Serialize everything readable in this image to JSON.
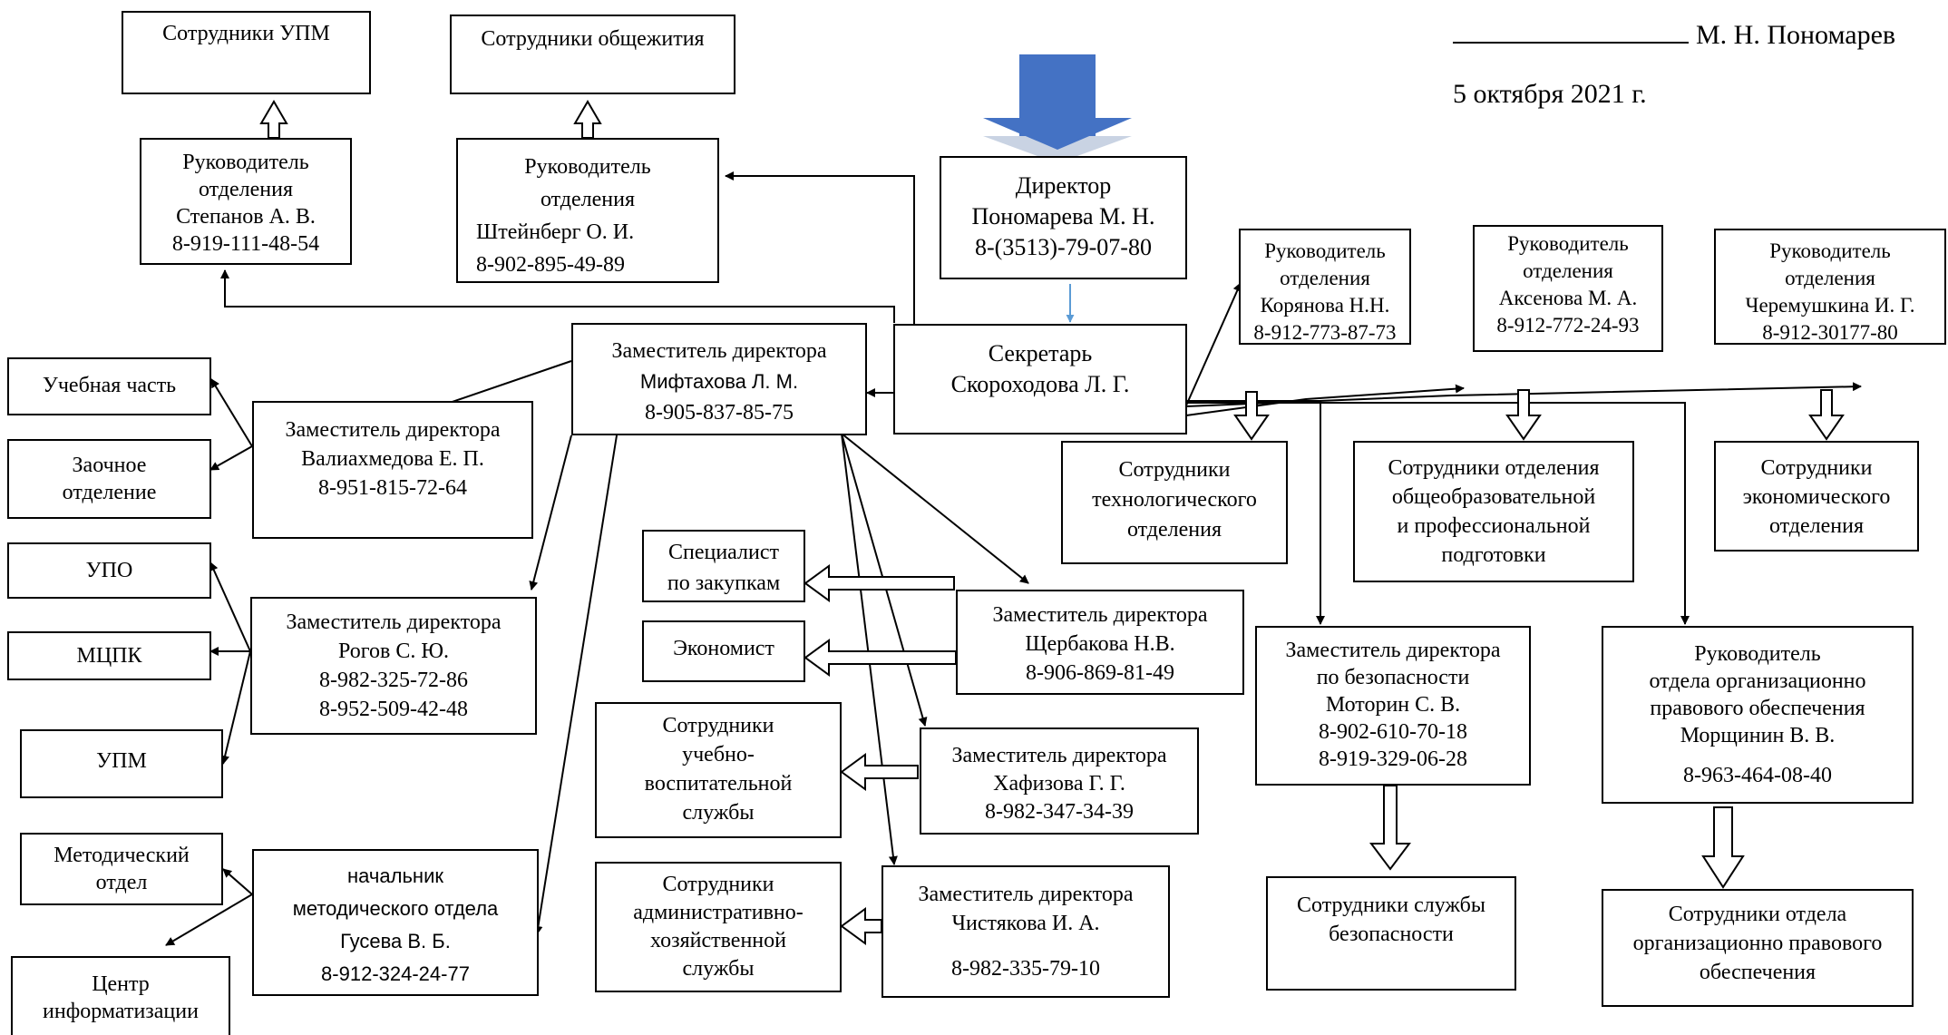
{
  "header": {
    "signature_name": "М. Н. Пономарев",
    "date": "5 октября 2021 г."
  },
  "boxes": {
    "sotrudniki_upm": [
      "Сотрудники УПМ"
    ],
    "sotrudniki_obshchezhitiya": [
      "Сотрудники общежития"
    ],
    "rukovoditel_stepanov": [
      "Руководитель",
      "отделения",
      "Степанов А. В.",
      "8-919-111-48-54"
    ],
    "rukovoditel_shteynberg": [
      "Руководитель",
      "отделения",
      "Штейнберг О. И.",
      "8-902-895-49-89"
    ],
    "direktor": [
      "Директор",
      "Пономарева М. Н.",
      "8-(3513)-79-07-80"
    ],
    "rukovoditel_koryanova": [
      "Руководитель",
      "отделения",
      "Корянова Н.Н.",
      "8-912-773-87-73"
    ],
    "rukovoditel_aksenova": [
      "Руководитель",
      "отделения",
      "Аксенова М. А.",
      "8-912-772-24-93"
    ],
    "rukovoditel_cheremushkina": [
      "Руководитель",
      "отделения",
      "Черемушкина И. Г.",
      "8-912-30177-80"
    ],
    "sekretar": [
      "Секретарь",
      "Скороходова Л. Г."
    ],
    "zam_miftakhova": [
      "Заместитель директора",
      "Мифтахова Л. М.",
      "8-905-837-85-75"
    ],
    "uchebnaya_chast": [
      "Учебная часть"
    ],
    "zaochnoe_otdelenie": [
      "Заочное",
      "отделение"
    ],
    "zam_valiakhmedova": [
      "Заместитель директора",
      "Валиахмедова Е. П.",
      "8-951-815-72-64"
    ],
    "sotrudniki_tekhnologicheskogo": [
      "Сотрудники",
      "технологического",
      "отделения"
    ],
    "sotrudniki_obshcheobrazovatelnoy": [
      "Сотрудники отделения",
      "общеобразовательной",
      "и профессиональной",
      "подготовки"
    ],
    "sotrudniki_ekonomicheskogo": [
      "Сотрудники",
      "экономического",
      "отделения"
    ],
    "upo": [
      "УПО"
    ],
    "spetsialist_po_zakupkam": [
      "Специалист",
      "по закупкам"
    ],
    "zam_rogov": [
      "Заместитель директора",
      "Рогов С. Ю.",
      "8-982-325-72-86",
      "8-952-509-42-48"
    ],
    "zam_shcherbakova": [
      "Заместитель директора",
      "Щербакова Н.В.",
      "8-906-869-81-49"
    ],
    "mtspk": [
      "МЦПК"
    ],
    "ekonomist": [
      "Экономист"
    ],
    "zam_motorin": [
      "Заместитель директора",
      "по безопасности",
      "Моторин С. В.",
      "8-902-610-70-18",
      "8-919-329-06-28"
    ],
    "rukovoditel_morshchinin": [
      "Руководитель",
      "отдела организационно",
      "правового обеспечения",
      "Морщинин В. В.",
      "8-963-464-08-40"
    ],
    "sotrudniki_uchebno_vospitatelnoy": [
      "Сотрудники",
      "учебно-",
      "воспитательной",
      "службы"
    ],
    "zam_khafizova": [
      "Заместитель директора",
      "Хафизова Г. Г.",
      "8-982-347-34-39"
    ],
    "upm": [
      "УПМ"
    ],
    "metodicheskiy_otdel": [
      "Методический",
      "отдел"
    ],
    "nachalnik_gusevа": [
      "начальник",
      "методического отдела",
      "Гусева В. Б.",
      "8-912-324-24-77"
    ],
    "sotrudniki_akhs": [
      "Сотрудники",
      "административно-",
      "хозяйственной",
      "службы"
    ],
    "zam_chistyakova": [
      "Заместитель директора",
      "Чистякова И. А.",
      "8-982-335-79-10"
    ],
    "sotrudniki_bezopasnosti": [
      "Сотрудники службы",
      "безопасности"
    ],
    "sotrudniki_orgpravovogo": [
      "Сотрудники отдела",
      "организационно правового",
      "обеспечения"
    ],
    "tsentr_informatizatsii": [
      "Центр",
      "информатизации"
    ]
  },
  "colors": {
    "block_arrow_fill": "#4472c4",
    "block_arrow_shadow": "#c9d3e3",
    "connector_blue": "#5b9bd5",
    "line": "#000000"
  }
}
